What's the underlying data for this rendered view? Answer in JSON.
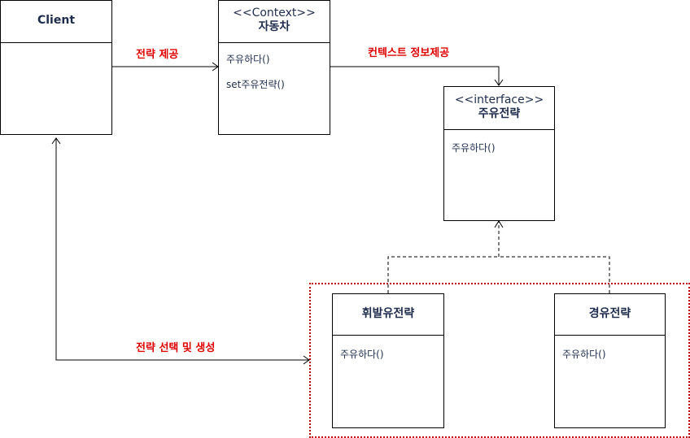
{
  "colors": {
    "box_text": "#1f2d4d",
    "label_red": "#e00000",
    "group_border": "#c00000",
    "line": "#000000"
  },
  "client": {
    "name": "Client"
  },
  "context": {
    "stereotype": "<<Context>>",
    "name": "자동차",
    "methods": [
      "주유하다()",
      "set주유전략()"
    ]
  },
  "strategy_interface": {
    "stereotype": "<<interface>>",
    "name": "주유전략",
    "methods": [
      "주유하다()"
    ]
  },
  "volatile_strategy": {
    "name": "휘발유전략",
    "methods": [
      "주유하다()"
    ]
  },
  "diesel_strategy": {
    "name": "경유전략",
    "methods": [
      "주유하다()"
    ]
  },
  "labels": {
    "provide_strategy": "전략 제공",
    "provide_context_info": "컨텍스트 정보제공",
    "select_and_create": "전략 선택 및 생성"
  }
}
